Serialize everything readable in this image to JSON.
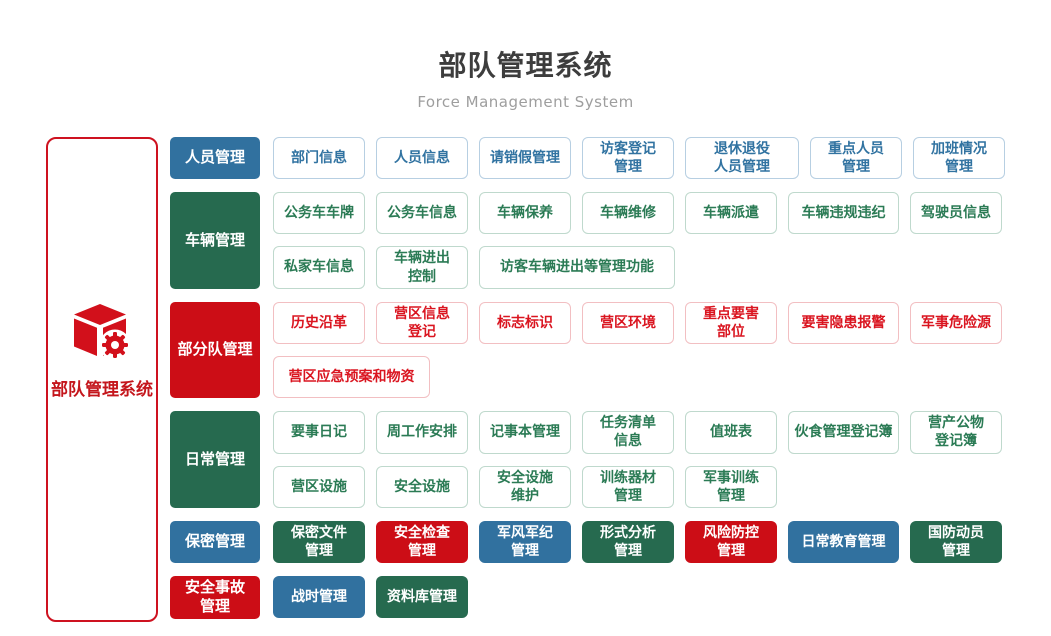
{
  "header": {
    "title": "部队管理系统",
    "subtitle": "Force Management System"
  },
  "root": {
    "label": "部队管理系统",
    "icon": "cube-gear-icon"
  },
  "colors": {
    "solid_blue": "#31719f",
    "solid_green": "#266a4f",
    "solid_red": "#cc0d16",
    "outline_blue_text": "#3173a1",
    "outline_green_text": "#2b7b55",
    "outline_red_text": "#da1520",
    "root_border": "#ce1220",
    "title_text": "#3d3d3d",
    "subtitle_text": "#9e9e9e"
  },
  "groups": [
    {
      "label": "人员管理",
      "color": "blue",
      "rows": [
        [
          {
            "label": "部门信息"
          },
          {
            "label": "人员信息"
          },
          {
            "label": "请销假管理"
          },
          {
            "label": "访客登记\n管理"
          },
          {
            "label": "退休退役\n人员管理"
          },
          {
            "label": "重点人员\n管理"
          },
          {
            "label": "加班情况\n管理"
          }
        ]
      ]
    },
    {
      "label": "车辆管理",
      "color": "green",
      "rows": [
        [
          {
            "label": "公务车车牌"
          },
          {
            "label": "公务车信息"
          },
          {
            "label": "车辆保养"
          },
          {
            "label": "车辆维修"
          },
          {
            "label": "车辆派遣"
          },
          {
            "label": "车辆违规违纪"
          },
          {
            "label": "驾驶员信息"
          }
        ],
        [
          {
            "label": "私家车信息"
          },
          {
            "label": "车辆进出\n控制"
          },
          {
            "label": "访客车辆进出等管理功能"
          }
        ]
      ]
    },
    {
      "label": "部分队管理",
      "color": "red",
      "rows": [
        [
          {
            "label": "历史沿革"
          },
          {
            "label": "营区信息\n登记"
          },
          {
            "label": "标志标识"
          },
          {
            "label": "营区环境"
          },
          {
            "label": "重点要害\n部位"
          },
          {
            "label": "要害隐患报警"
          },
          {
            "label": "军事危险源"
          }
        ],
        [
          {
            "label": "营区应急预案和物资"
          }
        ]
      ]
    },
    {
      "label": "日常管理",
      "color": "green",
      "rows": [
        [
          {
            "label": "要事日记"
          },
          {
            "label": "周工作安排"
          },
          {
            "label": "记事本管理"
          },
          {
            "label": "任务清单\n信息"
          },
          {
            "label": "值班表"
          },
          {
            "label": "伙食管理登记簿"
          },
          {
            "label": "营产公物\n登记簿"
          }
        ],
        [
          {
            "label": "营区设施"
          },
          {
            "label": "安全设施"
          },
          {
            "label": "安全设施\n维护"
          },
          {
            "label": "训练器材\n管理"
          },
          {
            "label": "军事训练\n管理"
          }
        ]
      ]
    },
    {
      "label": "保密管理",
      "color": "blue",
      "rows": [
        [
          {
            "label": "保密文件\n管理",
            "color": "green"
          },
          {
            "label": "安全检查\n管理",
            "color": "red"
          },
          {
            "label": "军风军纪\n管理",
            "color": "blue"
          },
          {
            "label": "形式分析\n管理",
            "color": "green"
          },
          {
            "label": "风险防控\n管理",
            "color": "red"
          },
          {
            "label": "日常教育管理",
            "color": "blue"
          },
          {
            "label": "国防动员\n管理",
            "color": "green"
          }
        ]
      ]
    },
    {
      "label": "安全事故\n管理",
      "color": "red",
      "rows": [
        [
          {
            "label": "战时管理",
            "color": "blue"
          },
          {
            "label": "资料库管理",
            "color": "green"
          }
        ]
      ]
    }
  ]
}
